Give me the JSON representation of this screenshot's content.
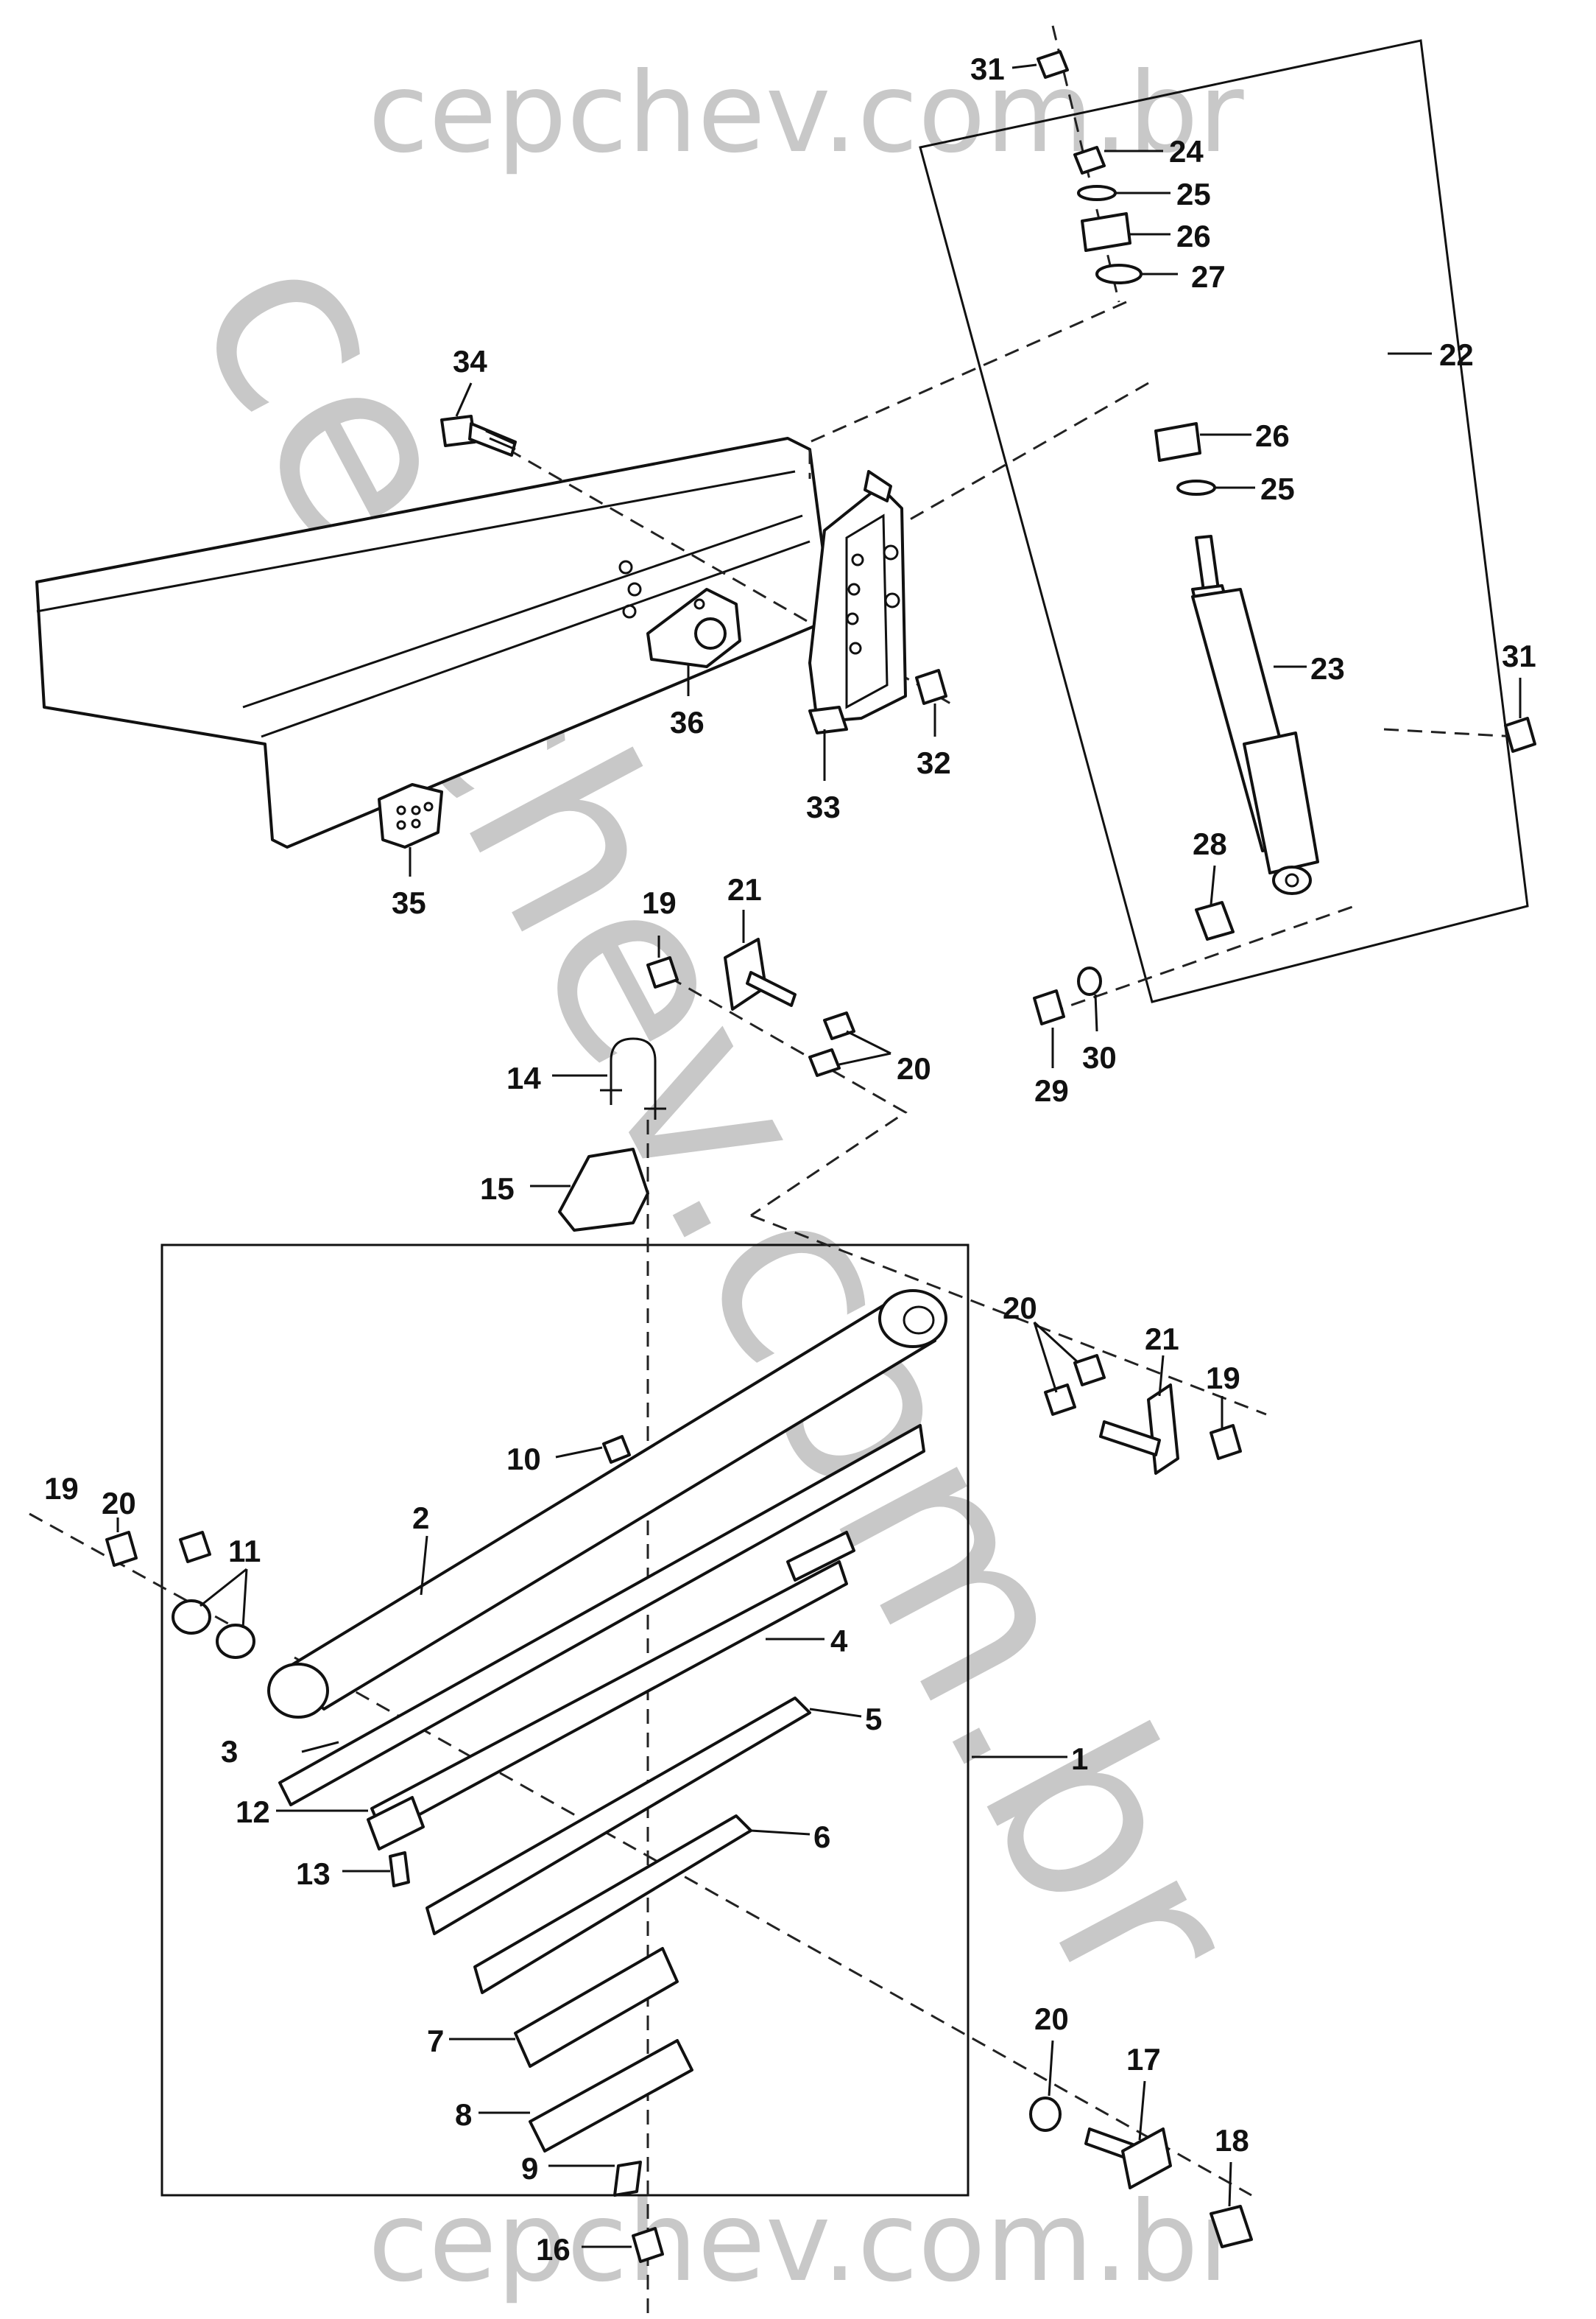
{
  "watermark": {
    "top": "cepchev.com.br",
    "diagonal": "cepchev.com.br",
    "bottom": "cepchev.com.br"
  },
  "callouts": {
    "p1": "1",
    "p2": "2",
    "p3": "3",
    "p4": "4",
    "p5": "5",
    "p6": "6",
    "p7": "7",
    "p8": "8",
    "p9": "9",
    "p10": "10",
    "p11": "11",
    "p12": "12",
    "p13": "13",
    "p14": "14",
    "p15": "15",
    "p16": "16",
    "p17": "17",
    "p18": "18",
    "p19": "19",
    "p20": "20",
    "p21": "21",
    "p22": "22",
    "p23": "23",
    "p24": "24",
    "p25": "25",
    "p26": "26",
    "p27": "27",
    "p28": "28",
    "p29": "29",
    "p30": "30",
    "p31": "31",
    "p32": "32",
    "p33": "33",
    "p34": "34",
    "p35": "35",
    "p36": "36"
  },
  "colors": {
    "line": "#111111",
    "watermark": "#c8c8c8",
    "background": "#ffffff"
  }
}
